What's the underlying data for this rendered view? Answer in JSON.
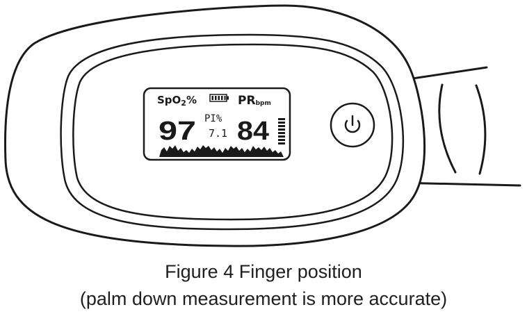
{
  "device": {
    "screen": {
      "spo2_label": "SpO",
      "spo2_sub": "2",
      "spo2_unit": "%",
      "pr_label": "PR",
      "pr_unit": "bpm",
      "pi_label": "PI%",
      "spo2_value": "97",
      "pi_value": "7.1",
      "pr_value": "84",
      "battery_icon": "battery-full-icon",
      "signal_bar_icon": "pulse-strength-bar-icon",
      "waveform_icon": "plethysmograph-waveform-icon"
    },
    "power_button_icon": "power-icon"
  },
  "caption": {
    "title": "Figure 4 Finger position",
    "note": "(palm down measurement is more accurate)"
  }
}
